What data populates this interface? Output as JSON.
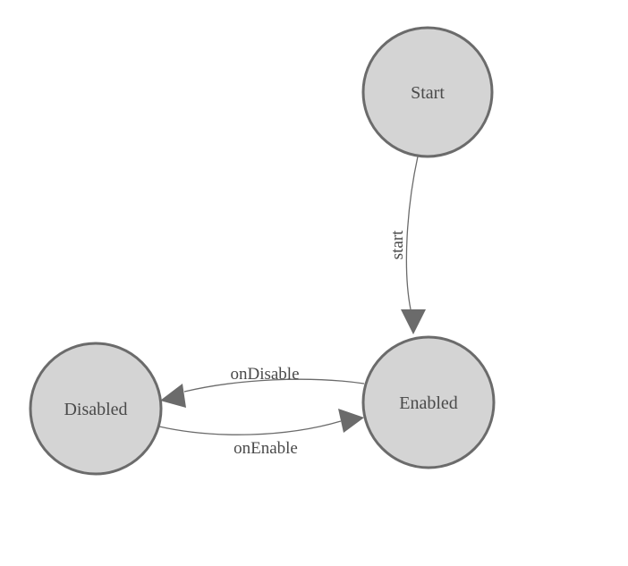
{
  "diagram": {
    "type": "state-machine",
    "colors": {
      "background": "#ffffff",
      "node_fill": "#d4d4d4",
      "node_stroke": "#6b6b6b",
      "edge": "#6b6b6b",
      "label": "#4a4a4a"
    },
    "nodes": [
      {
        "id": "start",
        "label": "Start"
      },
      {
        "id": "enabled",
        "label": "Enabled"
      },
      {
        "id": "disabled",
        "label": "Disabled"
      }
    ],
    "edges": [
      {
        "from": "start",
        "to": "enabled",
        "label": "start"
      },
      {
        "from": "enabled",
        "to": "disabled",
        "label": "onDisable"
      },
      {
        "from": "disabled",
        "to": "enabled",
        "label": "onEnable"
      }
    ]
  }
}
